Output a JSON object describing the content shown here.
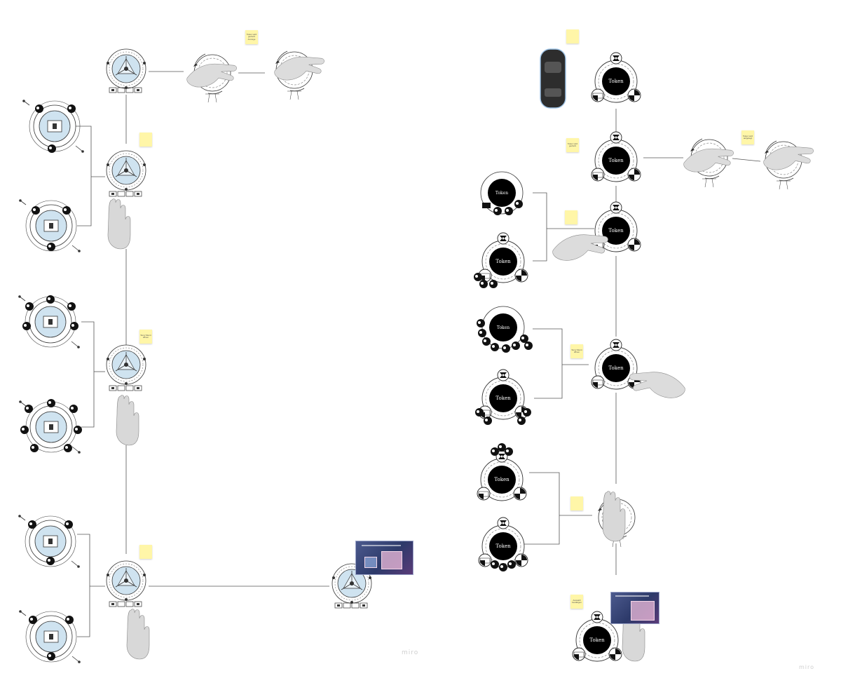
{
  "board": {
    "watermark_left": "miro",
    "watermark_right": "miro"
  },
  "token_label": "Token",
  "left_flow": {
    "notes": [
      "Token wird gedreht Anzeige",
      "",
      "Story Menü öffnen",
      ""
    ]
  },
  "right_flow": {
    "notes": [
      "",
      "Token wird aufgelegt",
      "Token wird gedreht",
      "",
      "Story Menü öffnen",
      "",
      "Auswahl bestätigen"
    ]
  },
  "colors": {
    "line": "#555555",
    "token_fill": "#000000",
    "widget_accent": "#cfe3f0",
    "sticky": "#fff6a8",
    "hand_fill": "#d8d8d8"
  }
}
